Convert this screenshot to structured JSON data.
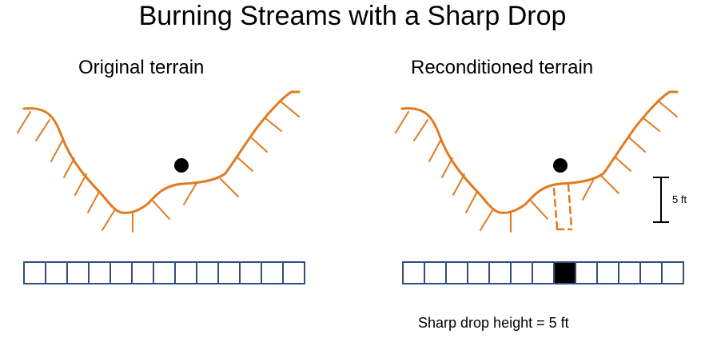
{
  "title": "Burning Streams with a Sharp Drop",
  "panels": {
    "original": {
      "label": "Original terrain"
    },
    "reconditioned": {
      "label": "Reconditioned terrain"
    }
  },
  "dimension": {
    "label": "5 ft"
  },
  "formula": {
    "text": "Sharp drop height = 5 ft"
  },
  "colors": {
    "terrain": "#e07b20",
    "grid": "#2f4f7f",
    "point": "#000000",
    "burned_cell": "#000000"
  },
  "grid": {
    "cells": 13,
    "burned_cell": 7
  }
}
